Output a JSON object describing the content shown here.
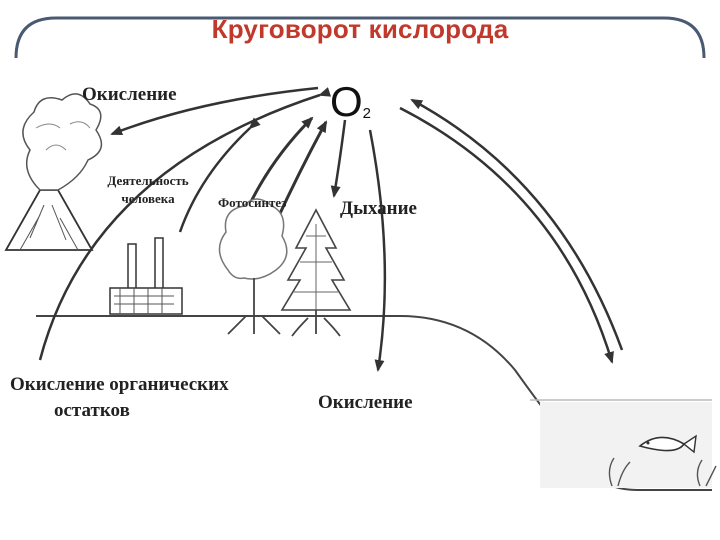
{
  "title": "Круговорот кислорода",
  "center": {
    "formula": "O",
    "subscript": "2"
  },
  "labels": {
    "oxidation_volcano": "Окисление",
    "human_activity_line1": "Деятельность",
    "human_activity_line2": "человека",
    "photosynthesis": "Фотосинтез",
    "respiration": "Дыхание",
    "oxidation_organic_line1": "Окисление органических",
    "oxidation_organic_line2": "остатков",
    "oxidation_water": "Окисление"
  },
  "colors": {
    "title": "#c0392b",
    "frame": "#4a5a73",
    "lines": "#333333"
  }
}
